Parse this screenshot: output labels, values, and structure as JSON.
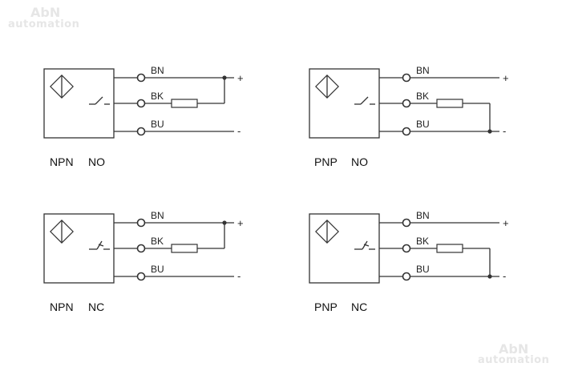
{
  "watermark": {
    "logo": "AbN",
    "subtitle": "automation"
  },
  "wire_labels": {
    "brown": "BN",
    "black": "BK",
    "blue": "BU"
  },
  "terminal_labels": {
    "positive": "+",
    "negative": "-"
  },
  "diagrams": [
    {
      "type": "NPN",
      "contact": "NO"
    },
    {
      "type": "PNP",
      "contact": "NO"
    },
    {
      "type": "NPN",
      "contact": "NC"
    },
    {
      "type": "PNP",
      "contact": "NC"
    }
  ],
  "colors": {
    "line": "#333333",
    "text": "#111111"
  }
}
